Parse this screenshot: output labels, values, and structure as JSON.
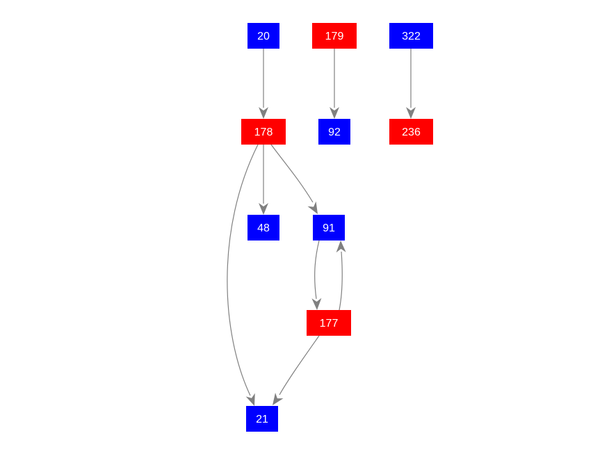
{
  "colors": {
    "red": "#ff0000",
    "blue": "#0000ff",
    "edge": "#808080"
  },
  "nodes": [
    {
      "id": "n20",
      "label": "20",
      "color": "blue"
    },
    {
      "id": "n179",
      "label": "179",
      "color": "red"
    },
    {
      "id": "n322",
      "label": "322",
      "color": "blue"
    },
    {
      "id": "n178",
      "label": "178",
      "color": "red"
    },
    {
      "id": "n92",
      "label": "92",
      "color": "blue"
    },
    {
      "id": "n236",
      "label": "236",
      "color": "red"
    },
    {
      "id": "n48",
      "label": "48",
      "color": "blue"
    },
    {
      "id": "n91",
      "label": "91",
      "color": "blue"
    },
    {
      "id": "n177",
      "label": "177",
      "color": "red"
    },
    {
      "id": "n21",
      "label": "21",
      "color": "blue"
    }
  ],
  "edges": [
    {
      "from": "n20",
      "to": "n178"
    },
    {
      "from": "n179",
      "to": "n92"
    },
    {
      "from": "n322",
      "to": "n236"
    },
    {
      "from": "n178",
      "to": "n48"
    },
    {
      "from": "n178",
      "to": "n91"
    },
    {
      "from": "n178",
      "to": "n21"
    },
    {
      "from": "n91",
      "to": "n177"
    },
    {
      "from": "n177",
      "to": "n91"
    },
    {
      "from": "n177",
      "to": "n21"
    }
  ]
}
